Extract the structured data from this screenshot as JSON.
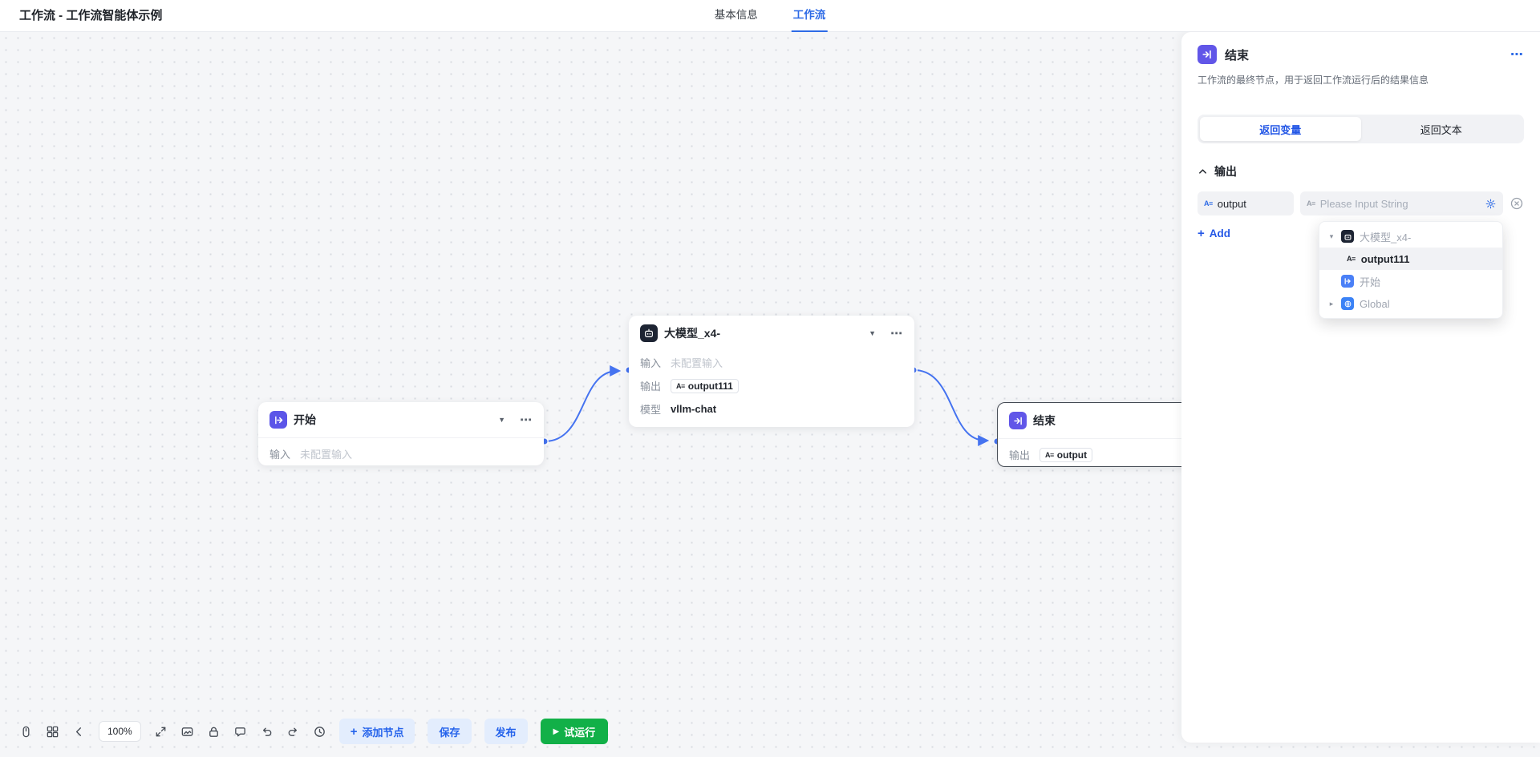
{
  "app": {
    "title": "工作流 - 工作流智能体示例"
  },
  "header": {
    "tabs": [
      {
        "label": "基本信息"
      },
      {
        "label": "工作流"
      }
    ]
  },
  "icons": {
    "more": "⋯",
    "caret_down": "▼",
    "tree_caret_down": "▾",
    "tree_caret_right": "▸",
    "plus": "+",
    "play": "▶",
    "string_type": "A≡"
  },
  "canvas": {
    "start_node": {
      "title": "开始",
      "input_label": "输入",
      "input_value": "未配置输入"
    },
    "llm_node": {
      "title": "大模型_x4-",
      "input_label": "输入",
      "input_value": "未配置输入",
      "output_label": "输出",
      "output_var": "output111",
      "model_label": "模型",
      "model_value": "vllm-chat"
    },
    "end_node": {
      "title": "结束",
      "output_label": "输出",
      "output_var": "output"
    }
  },
  "toolbar": {
    "zoom": "100%",
    "add_node": "添加节点",
    "save": "保存",
    "publish": "发布",
    "run": "试运行"
  },
  "panel": {
    "title": "结束",
    "description": "工作流的最终节点，用于返回工作流运行后的结果信息",
    "tabs": [
      {
        "label": "返回变量"
      },
      {
        "label": "返回文本"
      }
    ],
    "section_title": "输出",
    "output_name": "output",
    "value_placeholder": "Please Input String",
    "add_label": "Add",
    "dropdown": {
      "items": [
        {
          "label": "大模型_x4-"
        },
        {
          "label": "output111"
        },
        {
          "label": "开始"
        },
        {
          "label": "Global"
        }
      ]
    }
  },
  "colors": {
    "accent": "#2e6be6",
    "run_green": "#12b048",
    "start_purple": "#5b55e8",
    "end_purple": "#6156e8",
    "llm_dark": "#1d2433",
    "edge_blue": "#4573f0"
  }
}
